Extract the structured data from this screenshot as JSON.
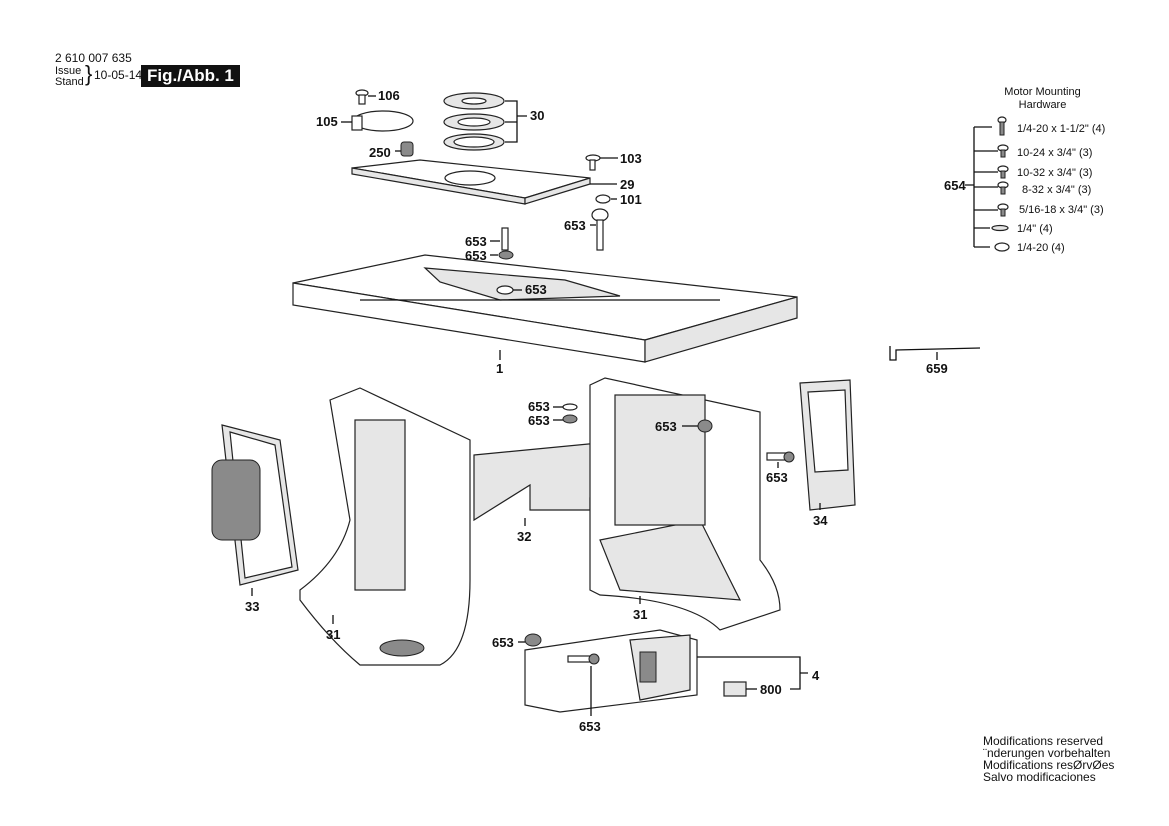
{
  "header": {
    "part_number": "2 610 007 635",
    "issue_label": "Issue",
    "stand_label": "Stand",
    "date": "10-05-14",
    "figure": "Fig./Abb. 1"
  },
  "hardware": {
    "title_line1": "Motor Mounting",
    "title_line2": "Hardware",
    "ref": "654",
    "items": [
      "1/4-20 x 1-1/2\" (4)",
      "10-24 x 3/4\" (3)",
      "10-32 x 3/4\" (3)",
      "8-32 x 3/4\" (3)",
      "5/16-18 x 3/4\" (3)",
      "1/4\" (4)",
      "1/4-20 (4)"
    ]
  },
  "labels": [
    "106",
    "105",
    "250",
    "30",
    "103",
    "29",
    "101",
    "653",
    "653",
    "653",
    "653",
    "1",
    "659",
    "653",
    "653",
    "653",
    "653",
    "34",
    "32",
    "33",
    "31",
    "31",
    "653",
    "4",
    "800",
    "653"
  ],
  "footer": {
    "lines": [
      "Modifications reserved",
      "¨nderungen vorbehalten",
      "Modifications resØrvØes",
      "Salvo modificaciones"
    ]
  }
}
